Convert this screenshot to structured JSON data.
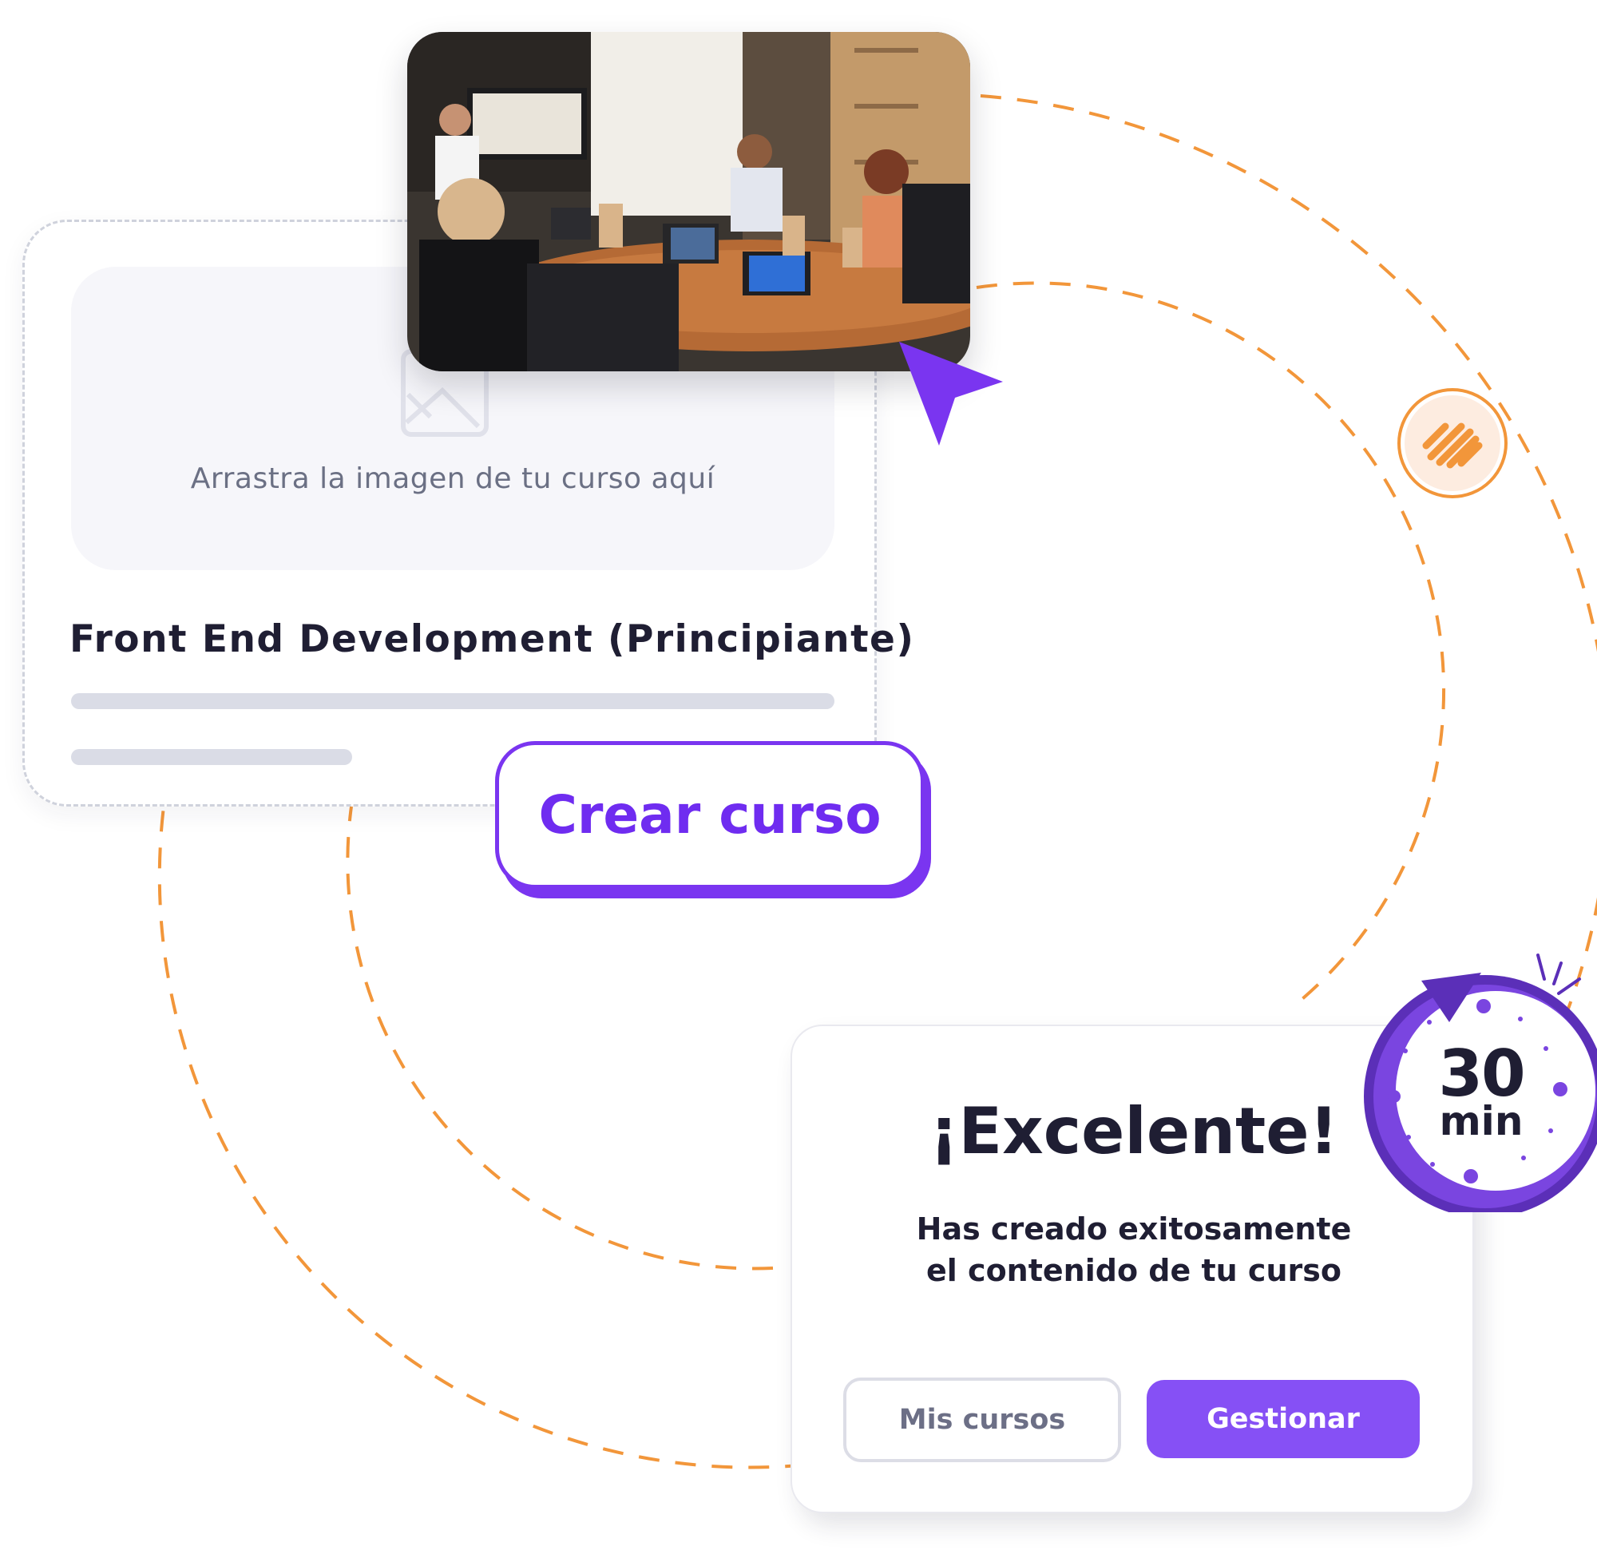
{
  "upload_card": {
    "drop_text": "Arrastra la imagen de tu curso aquí",
    "course_title": "Front End Development (Principiante)"
  },
  "create_button_label": "Crear curso",
  "success_card": {
    "title": "¡Excelente!",
    "message_line1": "Has creado exitosamente",
    "message_line2": "el contenido de tu curso",
    "secondary_button": "Mis cursos",
    "primary_button": "Gestionar"
  },
  "timer": {
    "value": "30",
    "unit": "min"
  },
  "icons": {
    "image_placeholder": "image-placeholder-icon",
    "cursor": "cursor-arrow-icon",
    "badge": "stripes-icon",
    "timer": "stopwatch-icon"
  },
  "colors": {
    "accent_purple": "#7a35f0",
    "primary_button": "#8650f5",
    "orange": "#f2963a",
    "text_dark": "#1f1e33"
  }
}
